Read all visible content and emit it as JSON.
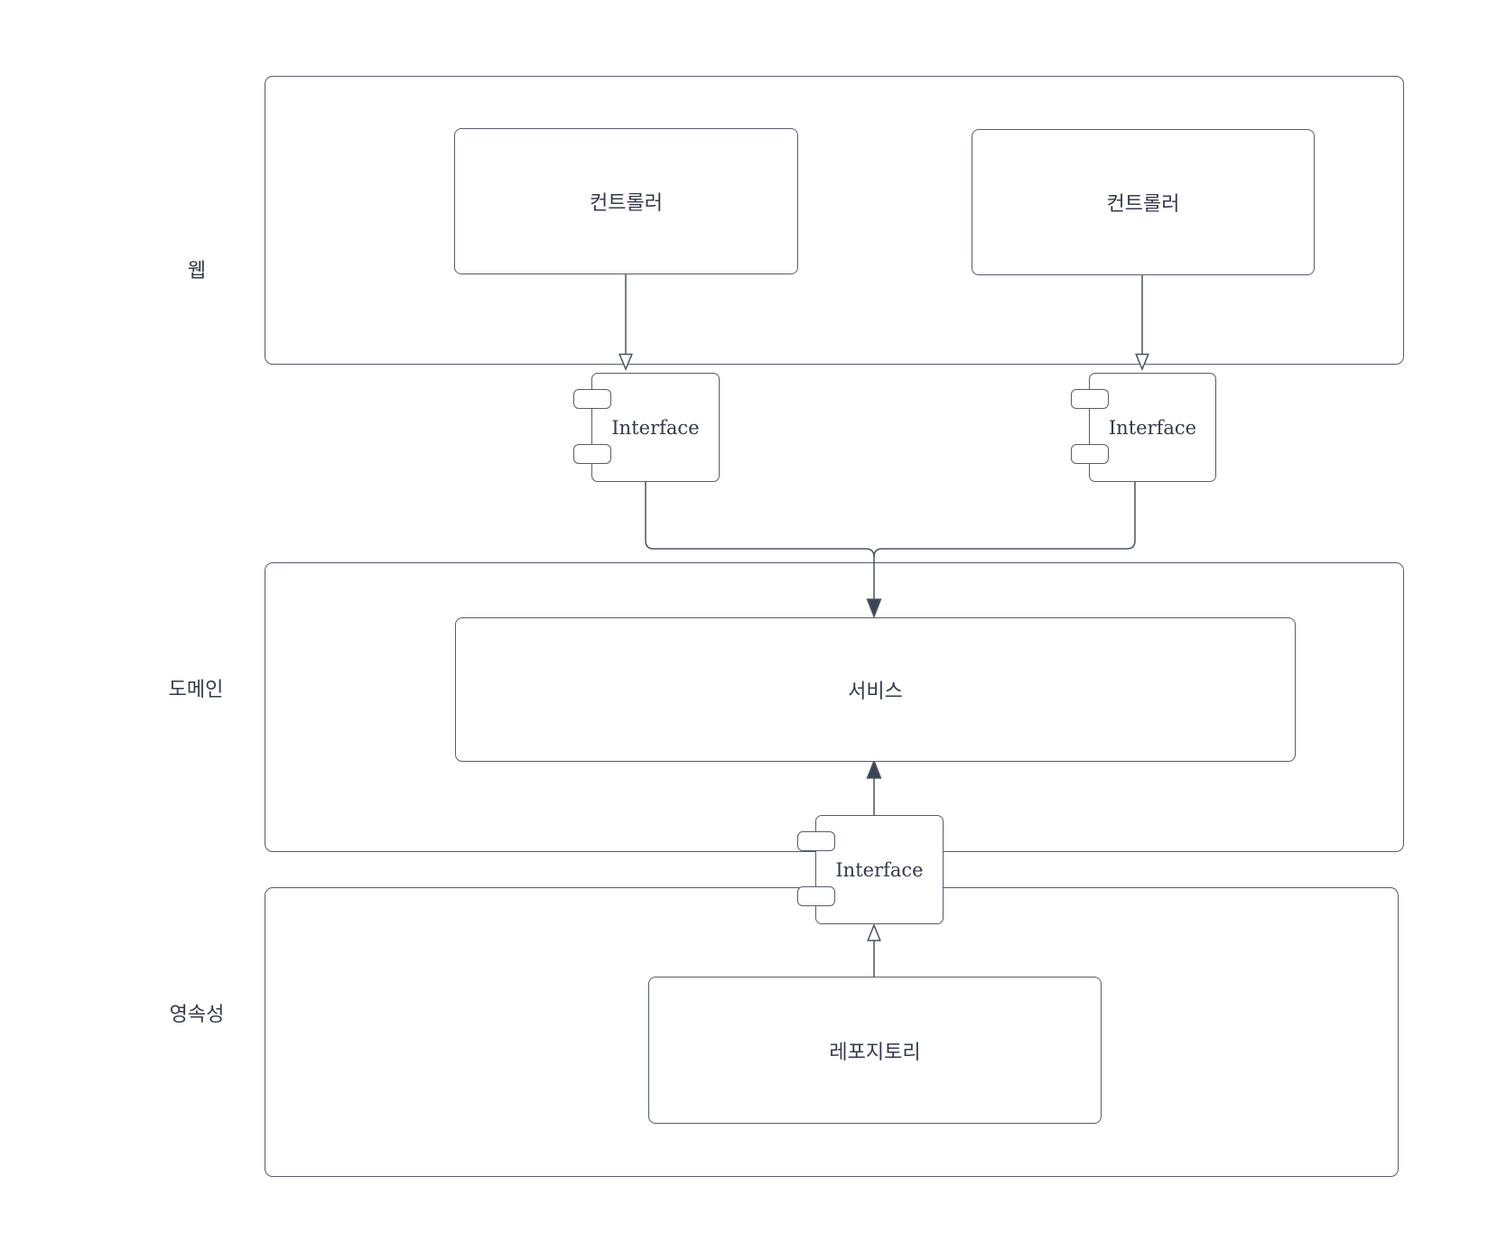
{
  "diagram": {
    "layers": [
      {
        "id": "web",
        "label": "웹"
      },
      {
        "id": "domain",
        "label": "도메인"
      },
      {
        "id": "persistence",
        "label": "영속성"
      }
    ],
    "nodes": {
      "controller_left": "컨트롤러",
      "controller_right": "컨트롤러",
      "service": "서비스",
      "repository": "레포지토리",
      "interface_left": "Interface",
      "interface_right": "Interface",
      "interface_bottom": "Interface"
    },
    "colors": {
      "line": "#4b5260",
      "arrow_fill": "#3c4352",
      "border": "#565d6b",
      "text": "#333a4a",
      "background": "#ffffff"
    }
  }
}
